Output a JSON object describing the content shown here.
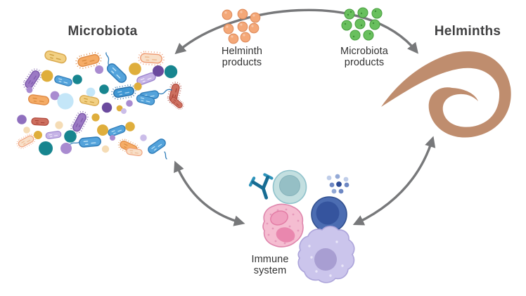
{
  "diagram": {
    "title": "Microbiota - Helminths - Immune system interaction triangle",
    "nodes": {
      "microbiota": {
        "label": "Microbiota",
        "icon": "bacteria-cluster-illustration"
      },
      "helminths": {
        "label": "Helminths",
        "icon": "helminth-worm-illustration"
      },
      "immune_system": {
        "label_line1": "Immune",
        "label_line2": "system",
        "icon": "immune-cells-illustration"
      }
    },
    "mediators": {
      "helminth_products": {
        "label_line1": "Helminth",
        "label_line2": "products",
        "dot_count": 8,
        "dot_color": "#F4A878"
      },
      "microbiota_products": {
        "label_line1": "Microbiota",
        "label_line2": "products",
        "dot_count": 8,
        "dot_color": "#69C05E"
      }
    },
    "arrows": [
      {
        "name": "microbiota-helminths",
        "type": "double-headed-arc",
        "color": "#77787A"
      },
      {
        "name": "microbiota-immune-system",
        "type": "double-headed-arc",
        "color": "#77787A"
      },
      {
        "name": "helminths-immune-system",
        "type": "double-headed-arc",
        "color": "#77787A"
      }
    ],
    "colors": {
      "background": "#FFFFFF",
      "arrow": "#77787A",
      "title_text": "#414142",
      "label_text": "#333333",
      "worm_body": "#BF8D6E",
      "helminth_product_dot": "#F4A878",
      "microbiota_product_dot": "#69C05E",
      "bacteria_palette": [
        "#F2D083",
        "#F5AC66",
        "#F8DFC8",
        "#54A3DB",
        "#3F97D3",
        "#C6B4E6",
        "#9B79C4",
        "#CD6F5F",
        "#DFAE3C",
        "#17858F",
        "#6B4A9E",
        "#A98BD0",
        "#C4E6F8",
        "#F5DCB5"
      ],
      "immune_palette": {
        "antibody": "#176C93",
        "teal_cell": "#C3DFE0",
        "teal_cell_nucleus": "#95BFC5",
        "blue_cell": "#4C6DB2",
        "blue_cell_nucleus": "#35549E",
        "pink_cell": "#F5BDD1",
        "pink_cell_nucleus": "#E987AE",
        "macrophage": "#CBC5EC",
        "macrophage_nucleus": "#A89ED2",
        "cytokine_dots": [
          "#BFCDE9",
          "#93A9D6",
          "#6D87C3",
          "#2E4C96"
        ]
      }
    }
  }
}
